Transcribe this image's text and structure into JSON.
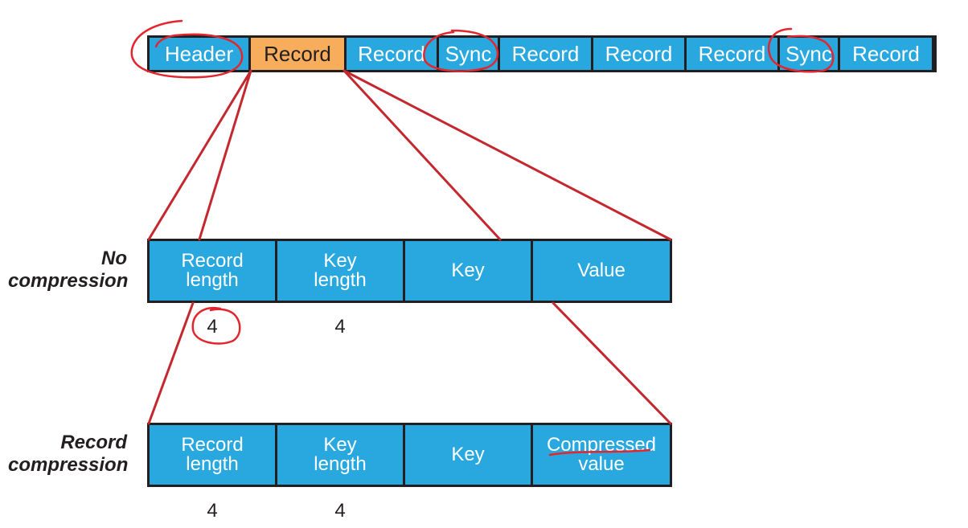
{
  "colors": {
    "cell_blue": "#29a8e0",
    "cell_highlight": "#f7ad5c",
    "border": "#231f20",
    "connector_red": "#c4282e",
    "annotation_red": "#e3262e"
  },
  "file_strip": {
    "cells": [
      {
        "label": "Header",
        "kind": "header",
        "circled": true
      },
      {
        "label": "Record",
        "kind": "record-highlighted",
        "circled": false
      },
      {
        "label": "Record",
        "kind": "record",
        "circled": false
      },
      {
        "label": "Sync",
        "kind": "sync",
        "circled": true
      },
      {
        "label": "Record",
        "kind": "record",
        "circled": false
      },
      {
        "label": "Record",
        "kind": "record",
        "circled": false
      },
      {
        "label": "Record",
        "kind": "record",
        "circled": false
      },
      {
        "label": "Sync",
        "kind": "sync",
        "circled": true
      },
      {
        "label": "Record",
        "kind": "record",
        "circled": false
      }
    ]
  },
  "no_compression": {
    "label_line1": "No",
    "label_line2": "compression",
    "cells": [
      {
        "line1": "Record",
        "line2": "length"
      },
      {
        "line1": "Key",
        "line2": "length"
      },
      {
        "line1": "Key",
        "line2": ""
      },
      {
        "line1": "Value",
        "line2": ""
      }
    ],
    "sizes": [
      "4",
      "4"
    ]
  },
  "record_compression": {
    "label_line1": "Record",
    "label_line2": "compression",
    "cells": [
      {
        "line1": "Record",
        "line2": "length"
      },
      {
        "line1": "Key",
        "line2": "length"
      },
      {
        "line1": "Key",
        "line2": ""
      },
      {
        "line1": "Compressed",
        "line2": "value"
      }
    ],
    "sizes": [
      "4",
      "4"
    ]
  }
}
